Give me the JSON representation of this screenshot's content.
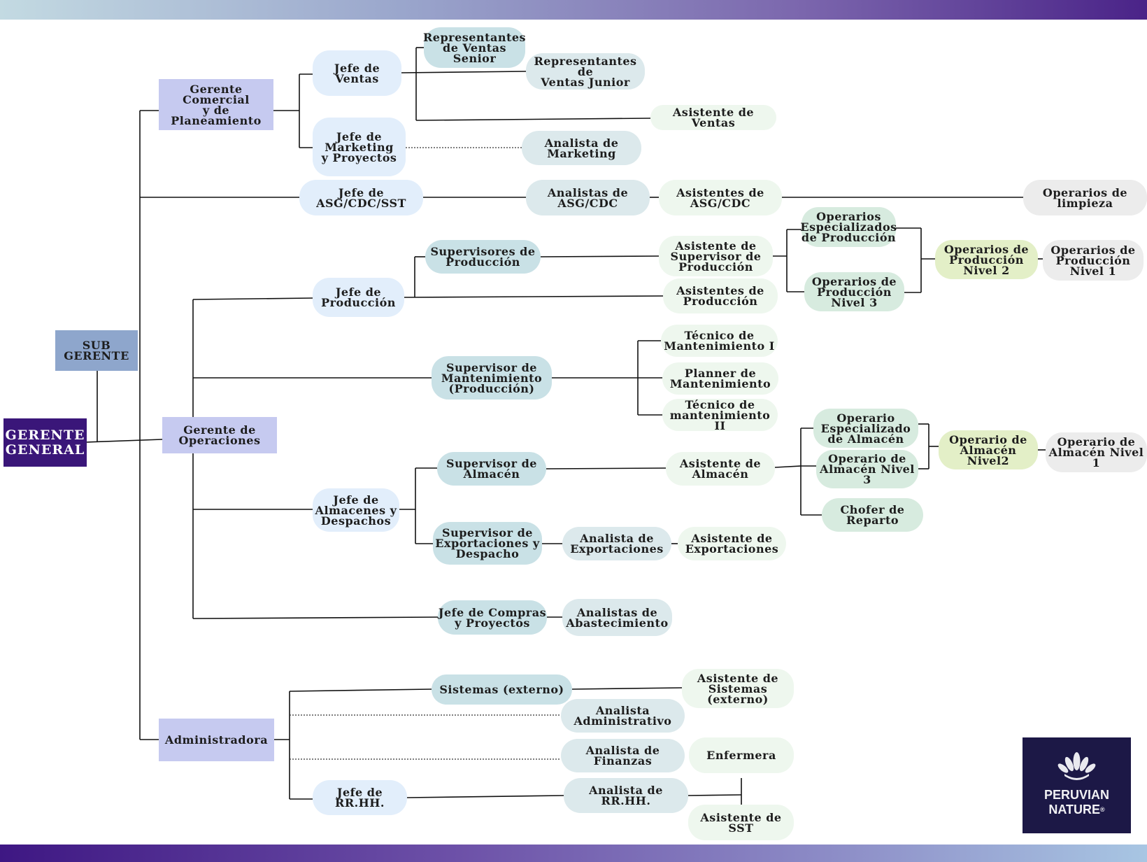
{
  "nodes": {
    "gerente_general": "GERENTE\nGENERAL",
    "sub_gerente": "SUB\nGERENTE",
    "gerente_comercial": "Gerente\nComercial\ny de\nPlaneamiento",
    "gerente_operaciones": "Gerente de\nOperaciones",
    "administradora": "Administradora",
    "jefe_ventas": "Jefe de\nVentas",
    "jefe_marketing": "Jefe de\nMarketing\ny Proyectos",
    "jefe_asg": "Jefe de\nASG/CDC/SST",
    "rep_senior": "Representantes\nde Ventas\nSenior",
    "rep_junior": "Representantes de\nVentas Junior",
    "asistente_ventas": "Asistente de Ventas",
    "analista_marketing": "Analista de\nMarketing",
    "analistas_asg": "Analistas de\nASG/CDC",
    "asistentes_asg": "Asistentes de\nASG/CDC",
    "operarios_limpieza": "Operarios de\nlimpieza",
    "jefe_produccion": "Jefe de\nProducción",
    "supervisores_produccion": "Supervisores de\nProducción",
    "asistente_supervisor": "Asistente de\nSupervisor de\nProducción",
    "asistentes_produccion": "Asistentes de\nProducción",
    "op_especializados": "Operarios\nEspecializados\nde Producción",
    "op_prod_n3": "Operarios de\nProducción\nNivel 3",
    "op_prod_n2": "Operarios de\nProducción\nNivel 2",
    "op_prod_n1": "Operarios de\nProducción\nNivel 1",
    "supervisor_mant": "Supervisor de\nMantenimiento\n(Producción)",
    "tecnico_mant_1": "Técnico de\nMantenimiento I",
    "planner_mant": "Planner de\nMantenimiento",
    "tecnico_mant_2": "Técnico de\nmantenimiento II",
    "jefe_almacenes": "Jefe de\nAlmacenes y\nDespachos",
    "supervisor_almacen": "Supervisor de\nAlmacén",
    "asistente_almacen": "Asistente de\nAlmacén",
    "op_esp_almacen": "Operario\nEspecializado\nde Almacén",
    "op_almacen_n3": "Operario de\nAlmacén Nivel\n3",
    "chofer_reparto": "Chofer de\nReparto",
    "op_almacen_n2": "Operario de\nAlmacén\nNivel2",
    "op_almacen_n1": "Operario de\nAlmacén Nivel\n1",
    "supervisor_export": "Supervisor de\nExportaciones y\nDespacho",
    "analista_export": "Analista de\nExportaciones",
    "asistente_export": "Asistente de\nExportaciones",
    "jefe_compras": "Jefe de Compras\ny Proyectos",
    "analistas_abast": "Analistas de\nAbastecimiento",
    "sistemas": "Sistemas (externo)",
    "asistente_sistemas": "Asistente de\nSistemas\n(externo)",
    "analista_admin": "Analista\nAdministrativo",
    "analista_finanzas": "Analista de\nFinanzas",
    "enfermera": "Enfermera",
    "jefe_rrhh": "Jefe de\nRR.HH.",
    "analista_rrhh": "Analista de RR.HH.",
    "asistente_sst": "Asistente de\nSST"
  },
  "logo": {
    "text": "PERUVIAN\nNATURE",
    "mark": "®",
    "icon": "leaf-crown-icon"
  },
  "colors": {
    "bar_top": "#4a2388",
    "bar_bottom": "#3e1783",
    "gerente_general": "#3a1679",
    "sub_gerente": "#8ea6cc",
    "gerentes": "#c6caf0",
    "logo_bg": "#1c1846"
  }
}
